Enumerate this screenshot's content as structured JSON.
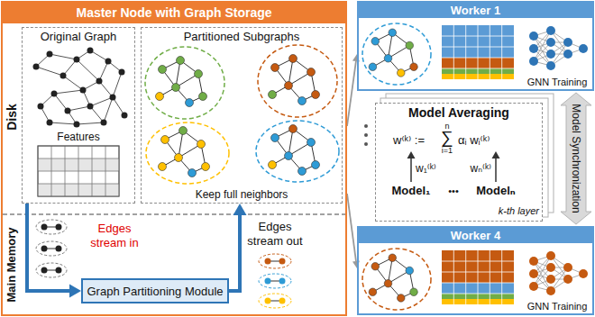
{
  "diagram": {
    "nodes": [
      {
        "text": [
          "Master Node with Graph Storage"
        ]
      },
      {
        "text": [
          "Original Graph",
          "Features"
        ],
        "in": 0
      },
      {
        "text": [
          "Partitioned Subgraphs",
          "Keep full neighbors"
        ],
        "in": 0
      },
      {
        "text": [
          "Graph Partitioning Module"
        ],
        "in": 0
      },
      {
        "text": [
          "Worker 1",
          "GNN Training"
        ]
      },
      {
        "text": [
          "Model Averaging"
        ]
      },
      {
        "text": [
          "Worker 4",
          "GNN Training"
        ]
      }
    ],
    "edges": [
      {
        "from": 1,
        "to": 3,
        "arrow": "to"
      },
      {
        "from": 3,
        "to": 2,
        "arrow": "to"
      },
      {
        "from": 0,
        "to": 4,
        "arrow": "to"
      },
      {
        "from": 0,
        "to": 6,
        "arrow": "to"
      },
      {
        "from": 4,
        "to": 6,
        "label": "Model Synchronization",
        "arrow": "both"
      }
    ],
    "labels": [
      "Disk",
      "Main Memory",
      "Edges stream in",
      "Edges stream out",
      "w⁽ᵏ⁾ :=",
      "n",
      "∑",
      "i=1",
      "αᵢ wᵢ⁽ᵏ⁾",
      "w₁⁽ᵏ⁾",
      "wₙ⁽ᵏ⁾",
      "Model₁",
      "•••",
      "Modelₙ",
      "k-th layer"
    ]
  }
}
